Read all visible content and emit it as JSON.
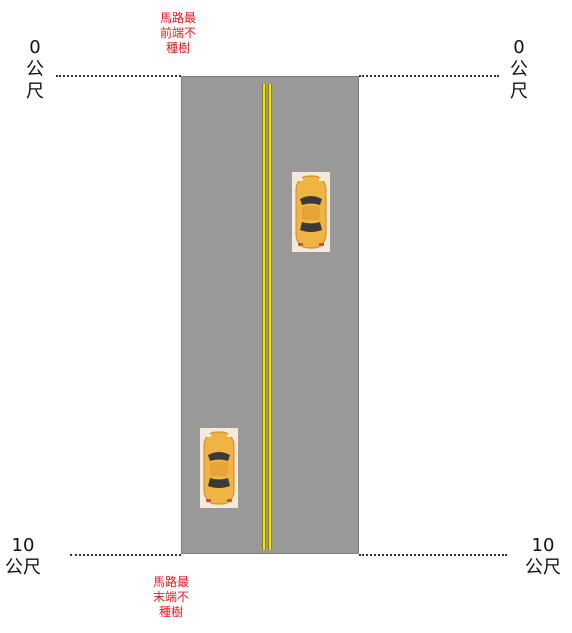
{
  "top_left_marker": {
    "number": "0",
    "unit_line1": "公",
    "unit_line2": "尺"
  },
  "top_right_marker": {
    "number": "0",
    "unit_line1": "公",
    "unit_line2": "尺"
  },
  "bottom_left_marker": {
    "number": "10",
    "unit": "公尺"
  },
  "bottom_right_marker": {
    "number": "10",
    "unit": "公尺"
  },
  "top_note": {
    "line1": "馬路最",
    "line2": "前端不",
    "line3": "種樹"
  },
  "bottom_note": {
    "line1": "馬路最",
    "line2": "末端不",
    "line3": "種樹"
  },
  "colors": {
    "road": "#999999",
    "center_line": "#f2e400",
    "note_text": "#e11d1d",
    "car_body": "#f0b445"
  },
  "icons": [
    "car-icon",
    "car-icon"
  ]
}
